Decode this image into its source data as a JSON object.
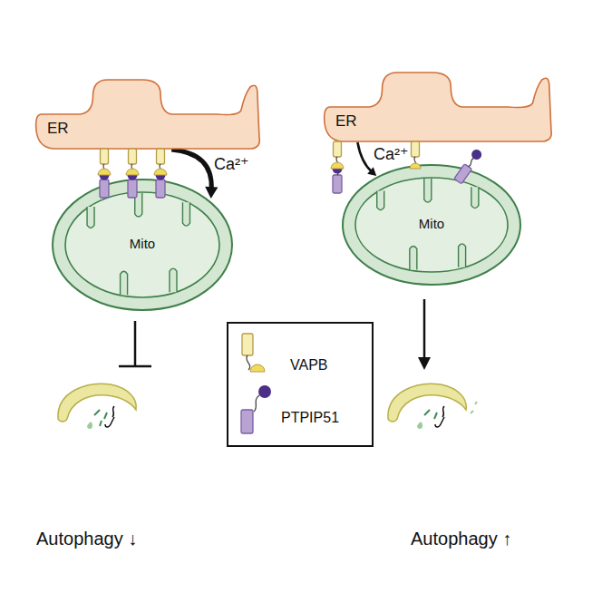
{
  "diagram": {
    "nodes": [
      {
        "text": [
          "ER"
        ]
      },
      {
        "text": [
          "Mito"
        ]
      },
      {
        "text": [
          "ER"
        ]
      },
      {
        "text": [
          "Mito"
        ]
      }
    ],
    "edges": [
      {
        "from": 0,
        "to": 1,
        "arrow": "to",
        "label": "Ca²⁺"
      },
      {
        "from": 2,
        "to": 3,
        "arrow": "to",
        "label": "Ca²⁺"
      }
    ],
    "labels": [
      "Autophagy ↓",
      "Autophagy ↑"
    ],
    "legend": [
      {
        "text": "VAPB"
      },
      {
        "text": "PTPIP51"
      }
    ]
  }
}
